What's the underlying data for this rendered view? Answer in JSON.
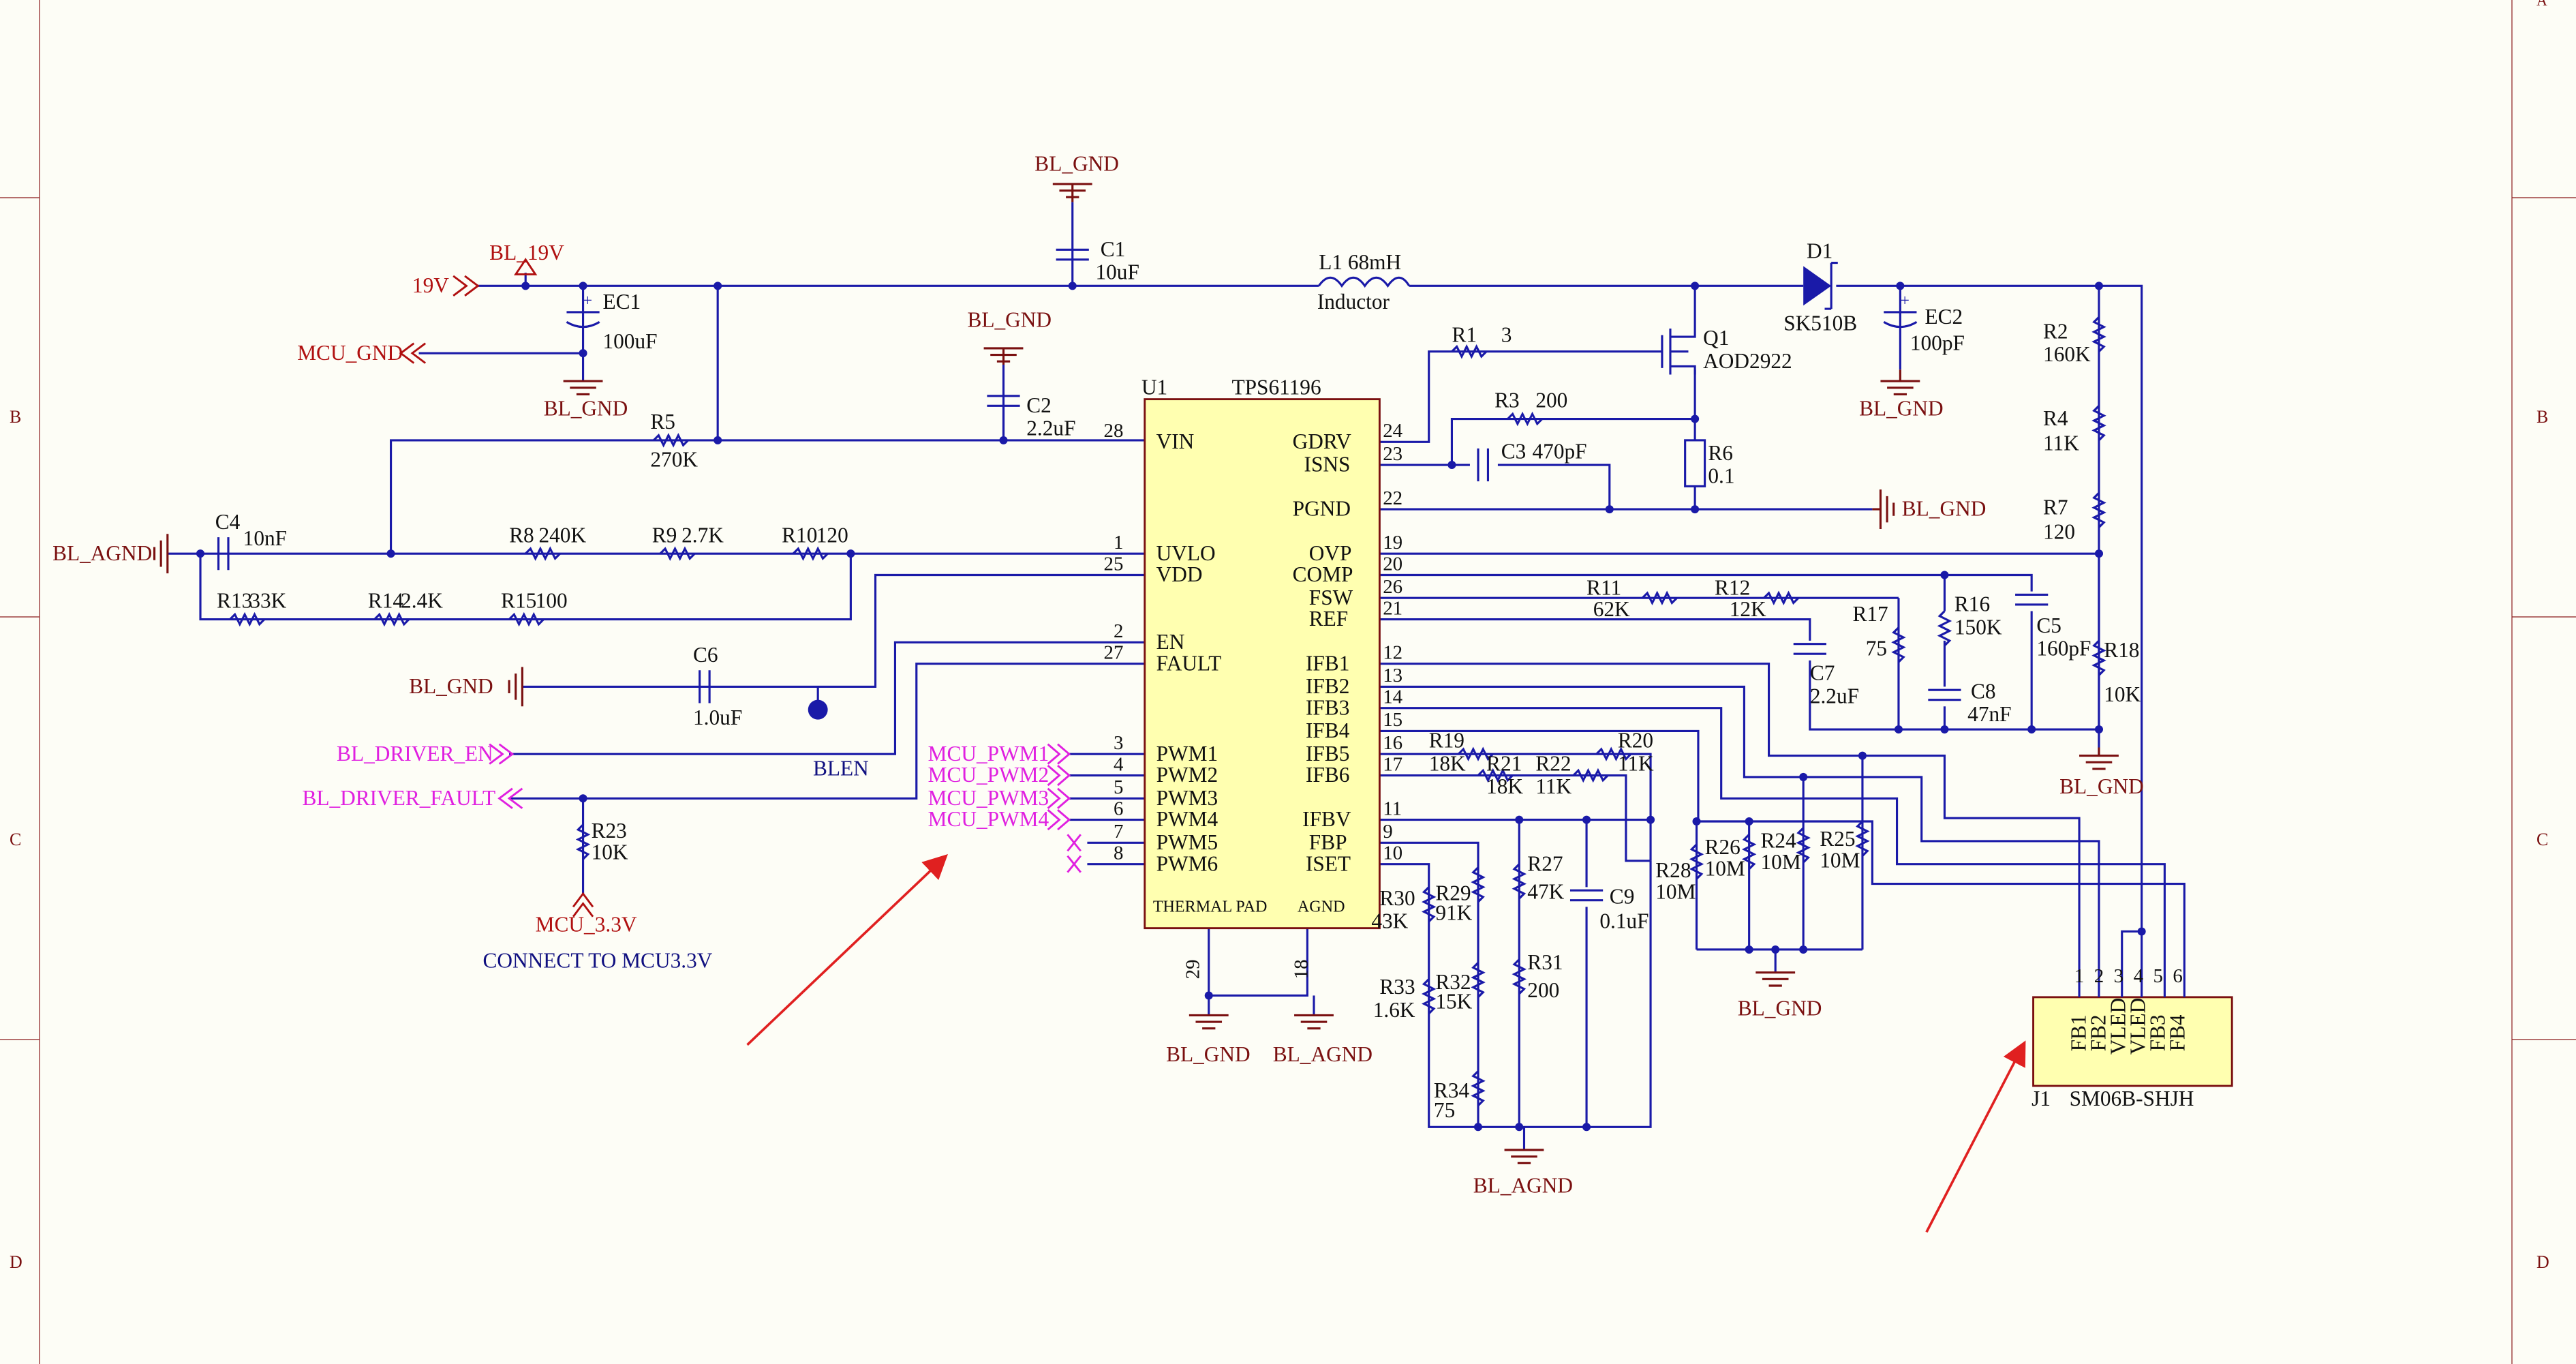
{
  "frame": {
    "zone_rows": [
      "B",
      "C",
      "D"
    ],
    "top_right_mark": "A",
    "colors": {
      "frame": "#8a1a1a",
      "wire": "#1a1aa8",
      "net_red": "#b01010",
      "net_magenta": "#e020e0",
      "arrow": "#e02020",
      "connector_fill": "#ffffb0"
    }
  },
  "ic": {
    "designator": "U1",
    "value": "TPS61196",
    "left_pins": [
      {
        "num": "28",
        "name": "VIN"
      },
      {
        "num": "1",
        "name": "UVLO"
      },
      {
        "num": "25",
        "name": "VDD"
      },
      {
        "num": "2",
        "name": "EN"
      },
      {
        "num": "27",
        "name": "FAULT"
      },
      {
        "num": "3",
        "name": "PWM1"
      },
      {
        "num": "4",
        "name": "PWM2"
      },
      {
        "num": "5",
        "name": "PWM3"
      },
      {
        "num": "6",
        "name": "PWM4"
      },
      {
        "num": "7",
        "name": "PWM5"
      },
      {
        "num": "8",
        "name": "PWM6"
      }
    ],
    "right_pins": [
      {
        "num": "24",
        "name": "GDRV"
      },
      {
        "num": "23",
        "name": "ISNS"
      },
      {
        "num": "22",
        "name": "PGND"
      },
      {
        "num": "19",
        "name": "OVP"
      },
      {
        "num": "20",
        "name": "COMP"
      },
      {
        "num": "26",
        "name": "FSW"
      },
      {
        "num": "21",
        "name": "REF"
      },
      {
        "num": "12",
        "name": "IFB1"
      },
      {
        "num": "13",
        "name": "IFB2"
      },
      {
        "num": "14",
        "name": "IFB3"
      },
      {
        "num": "15",
        "name": "IFB4"
      },
      {
        "num": "16",
        "name": "IFB5"
      },
      {
        "num": "17",
        "name": "IFB6"
      },
      {
        "num": "11",
        "name": "IFBV"
      },
      {
        "num": "9",
        "name": "FBP"
      },
      {
        "num": "10",
        "name": "ISET"
      }
    ],
    "bottom_pins": [
      {
        "num": "29",
        "name": "THERMAL PAD"
      },
      {
        "num": "18",
        "name": "AGND"
      }
    ]
  },
  "nets": {
    "v19": "19V",
    "bl_19v": "BL_19V",
    "mcu_gnd": "MCU_GND",
    "bl_gnd": "BL_GND",
    "bl_agnd": "BL_AGND",
    "bl_driver_en": "BL_DRIVER_EN",
    "bl_driver_fault": "BL_DRIVER_FAULT",
    "mcu_3v3": "MCU_3.3V",
    "blen": "BLEN",
    "pwm": [
      "MCU_PWM1",
      "MCU_PWM2",
      "MCU_PWM3",
      "MCU_PWM4"
    ]
  },
  "notes": {
    "connect": "CONNECT TO MCU3.3V"
  },
  "components": {
    "C1": {
      "ref": "C1",
      "val": "10uF"
    },
    "C2": {
      "ref": "C2",
      "val": "2.2uF"
    },
    "C3": {
      "ref": "C3",
      "val": "470pF"
    },
    "C4": {
      "ref": "C4",
      "val": "10nF"
    },
    "C5": {
      "ref": "C5",
      "val": "160pF"
    },
    "C6": {
      "ref": "C6",
      "val": "1.0uF"
    },
    "C7": {
      "ref": "C7",
      "val": "2.2uF"
    },
    "C8": {
      "ref": "C8",
      "val": "47nF"
    },
    "C9": {
      "ref": "C9",
      "val": "0.1uF"
    },
    "EC1": {
      "ref": "EC1",
      "val": "100uF"
    },
    "EC2": {
      "ref": "EC2",
      "val": "100pF"
    },
    "L1": {
      "ref": "L1 68mH",
      "val": "Inductor"
    },
    "D1": {
      "ref": "D1",
      "val": "SK510B"
    },
    "Q1": {
      "ref": "Q1",
      "val": "AOD2922"
    },
    "R1": {
      "ref": "R1",
      "val": "3"
    },
    "R2": {
      "ref": "R2",
      "val": "160K"
    },
    "R3": {
      "ref": "R3",
      "val": "200"
    },
    "R4": {
      "ref": "R4",
      "val": "11K"
    },
    "R5": {
      "ref": "R5",
      "val": "270K"
    },
    "R6": {
      "ref": "R6",
      "val": "0.1"
    },
    "R7": {
      "ref": "R7",
      "val": "120"
    },
    "R8": {
      "ref": "R8",
      "val": "240K"
    },
    "R9": {
      "ref": "R9",
      "val": "2.7K"
    },
    "R10": {
      "ref": "R10",
      "val": "120"
    },
    "R11": {
      "ref": "R11",
      "val": "62K"
    },
    "R12": {
      "ref": "R12",
      "val": "12K"
    },
    "R13": {
      "ref": "R13",
      "val": "33K"
    },
    "R14": {
      "ref": "R14",
      "val": "2.4K"
    },
    "R15": {
      "ref": "R15",
      "val": "100"
    },
    "R16": {
      "ref": "R16",
      "val": "150K"
    },
    "R17": {
      "ref": "R17",
      "val": "75"
    },
    "R18": {
      "ref": "R18",
      "val": "10K"
    },
    "R19": {
      "ref": "R19",
      "val": "18K"
    },
    "R20": {
      "ref": "R20",
      "val": "11K"
    },
    "R21": {
      "ref": "R21",
      "val": "18K"
    },
    "R22": {
      "ref": "R22",
      "val": "11K"
    },
    "R23": {
      "ref": "R23",
      "val": "10K"
    },
    "R24": {
      "ref": "R24",
      "val": "10M"
    },
    "R25": {
      "ref": "R25",
      "val": "10M"
    },
    "R26": {
      "ref": "R26",
      "val": "10M"
    },
    "R27": {
      "ref": "R27",
      "val": "47K"
    },
    "R28": {
      "ref": "R28",
      "val": "10M"
    },
    "R29": {
      "ref": "R29",
      "val": "91K"
    },
    "R30": {
      "ref": "R30",
      "val": "43K"
    },
    "R31": {
      "ref": "R31",
      "val": "200"
    },
    "R32": {
      "ref": "R32",
      "val": "15K"
    },
    "R33": {
      "ref": "R33",
      "val": "1.6K"
    },
    "R34": {
      "ref": "R34",
      "val": "75"
    }
  },
  "connector": {
    "designator": "J1",
    "value": "SM06B-SHJH",
    "pins": [
      {
        "num": "1",
        "name": "FB1"
      },
      {
        "num": "2",
        "name": "FB2"
      },
      {
        "num": "3",
        "name": "VLED"
      },
      {
        "num": "4",
        "name": "VLED"
      },
      {
        "num": "5",
        "name": "FB3"
      },
      {
        "num": "6",
        "name": "FB4"
      }
    ]
  }
}
